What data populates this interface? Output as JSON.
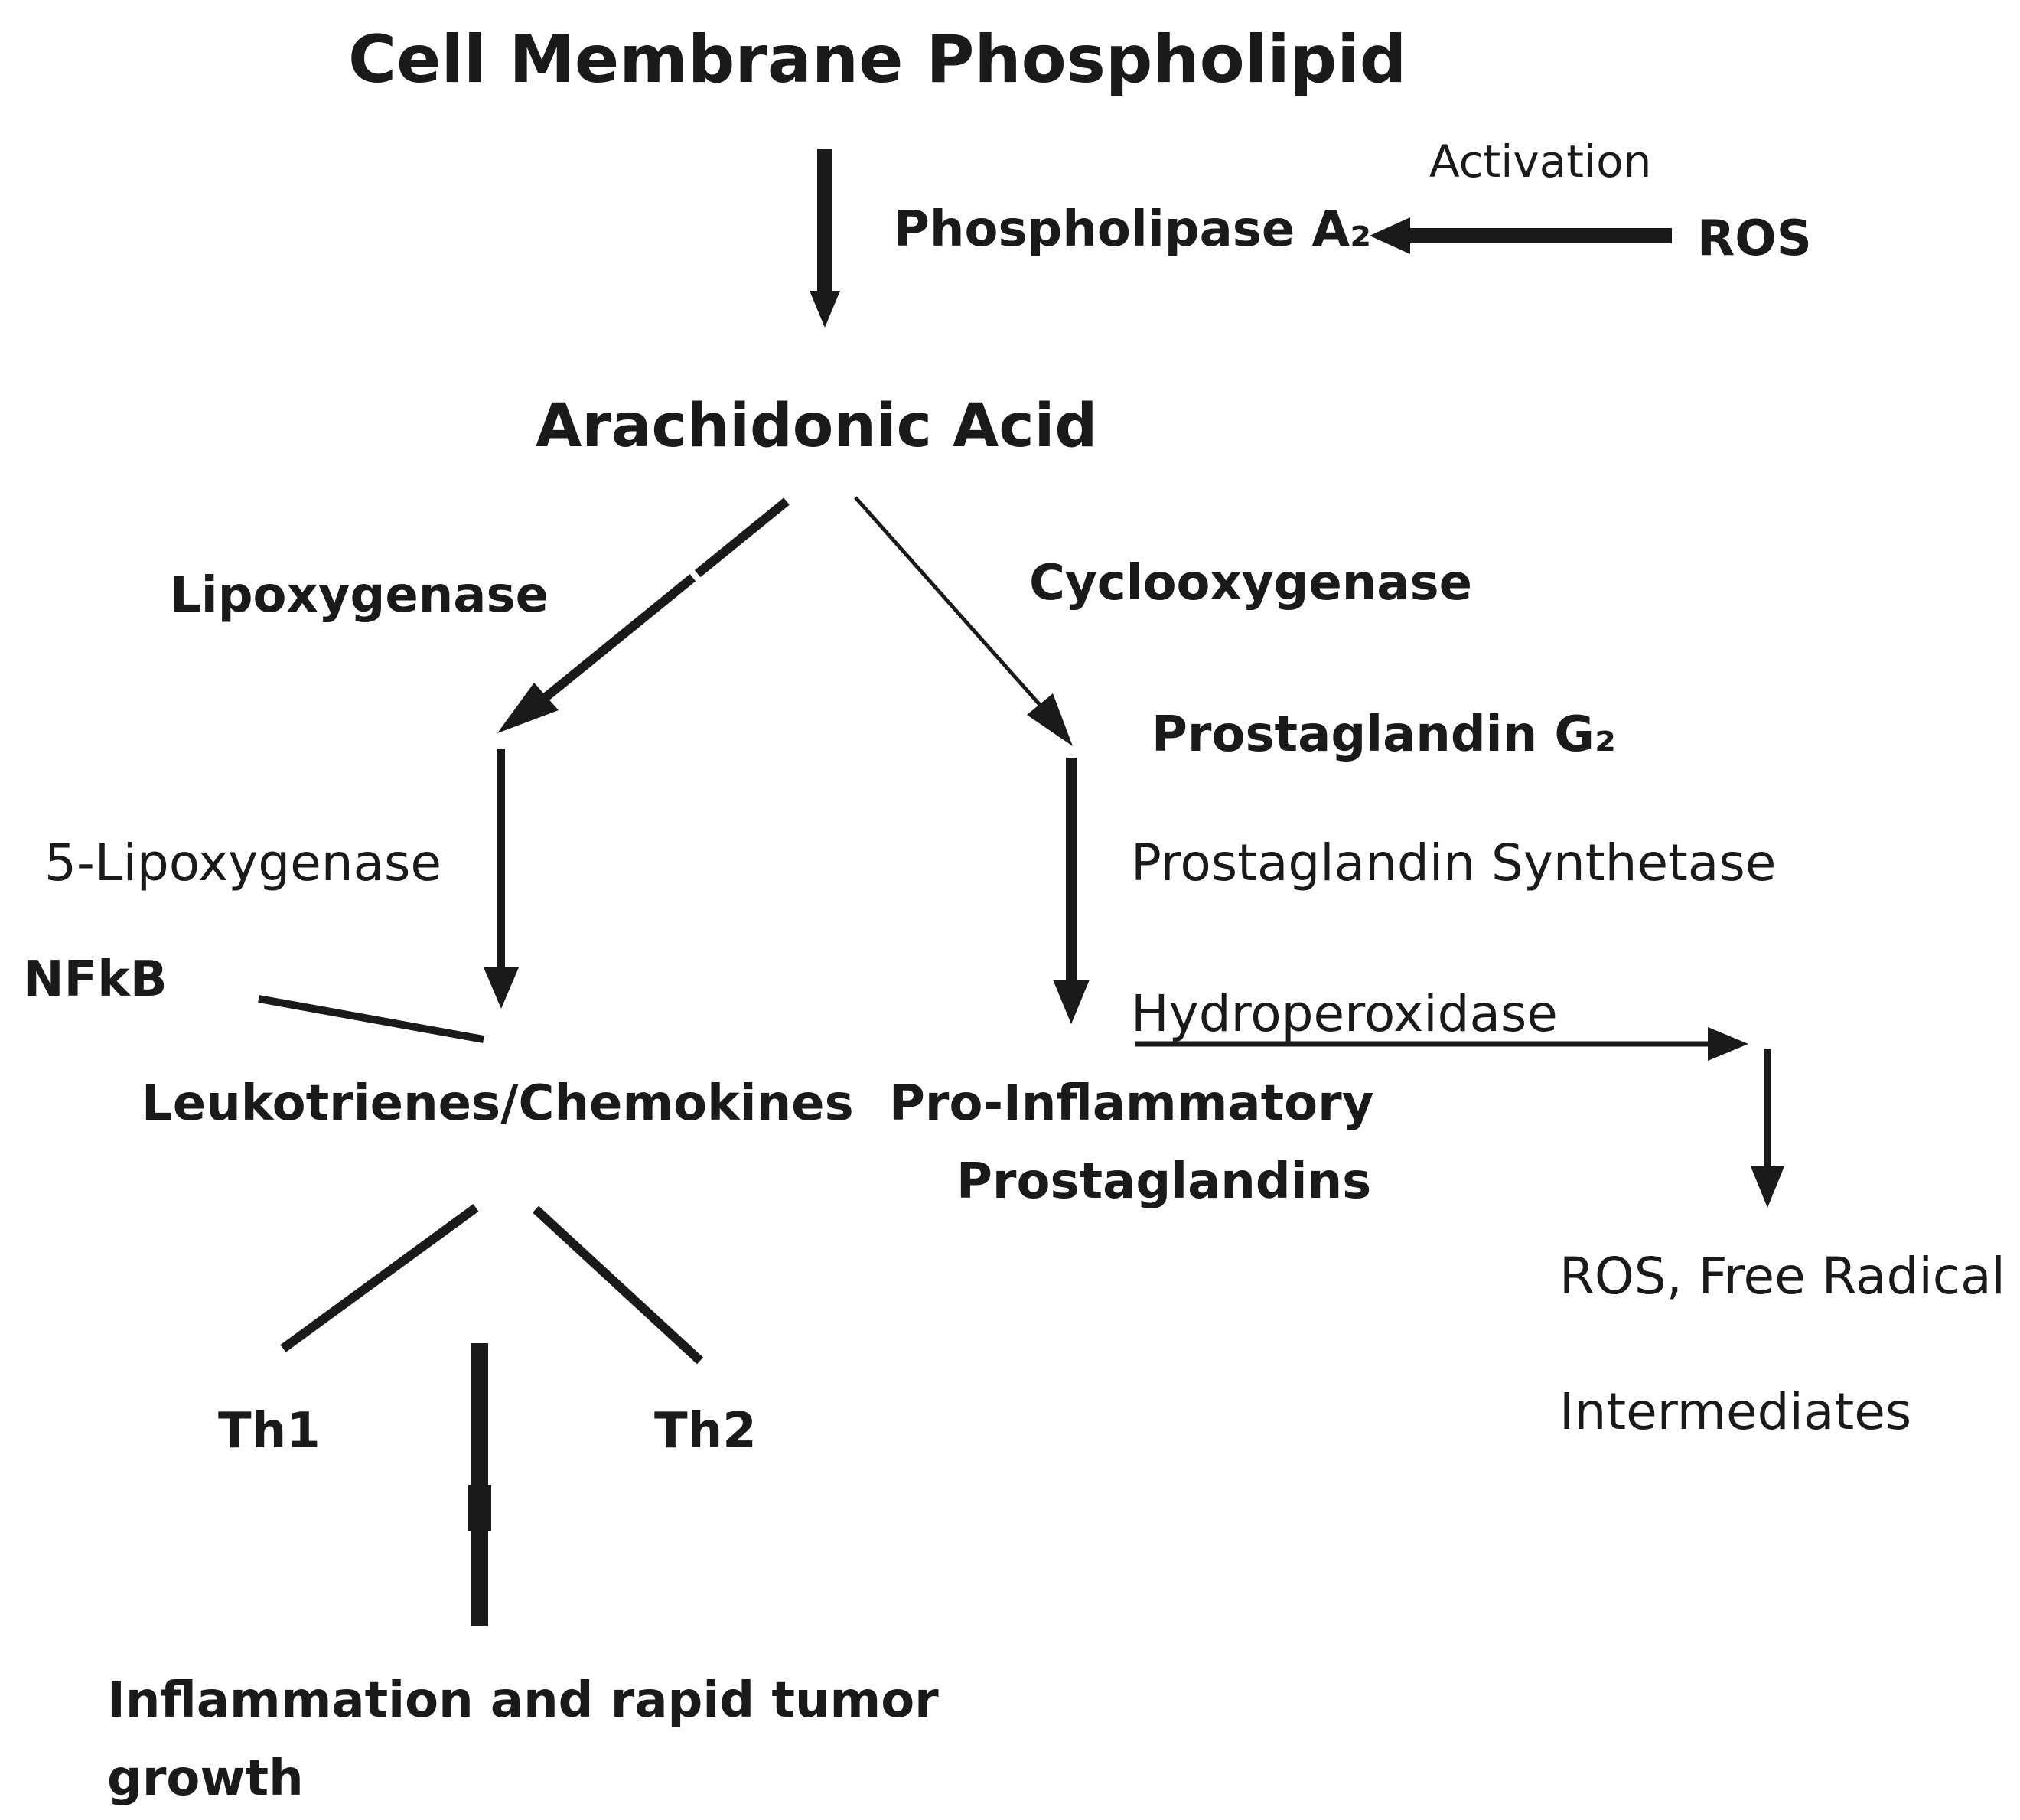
{
  "nodes": {
    "cell_membrane": "Cell Membrane Phospholipid",
    "activation": "Activation",
    "phospholipase": "Phospholipase A₂",
    "ros_top": "ROS",
    "arachidonic": "Arachidonic Acid",
    "lipoxygenase": "Lipoxygenase",
    "cyclooxygenase": "Cyclooxygenase",
    "prostaglandin_g2": "Prostaglandin G₂",
    "five_lipoxygenase": "5-Lipoxygenase",
    "prostaglandin_synthetase": "Prostaglandin Synthetase",
    "nfkb": "NFkB",
    "hydroperoxidase": "Hydroperoxidase",
    "leukotrienes": "Leukotrienes/Chemokines",
    "pro_inflammatory": "Pro-Inflammatory",
    "prostaglandins": "Prostaglandins",
    "ros_free_radical": "ROS, Free Radical",
    "intermediates": "Intermediates",
    "th1": "Th1",
    "th2": "Th2",
    "inflammation_line1": "Inflammation and rapid tumor",
    "inflammation_line2": "growth"
  },
  "colors": {
    "ink": "#1a1a1a",
    "background": "#ffffff"
  }
}
